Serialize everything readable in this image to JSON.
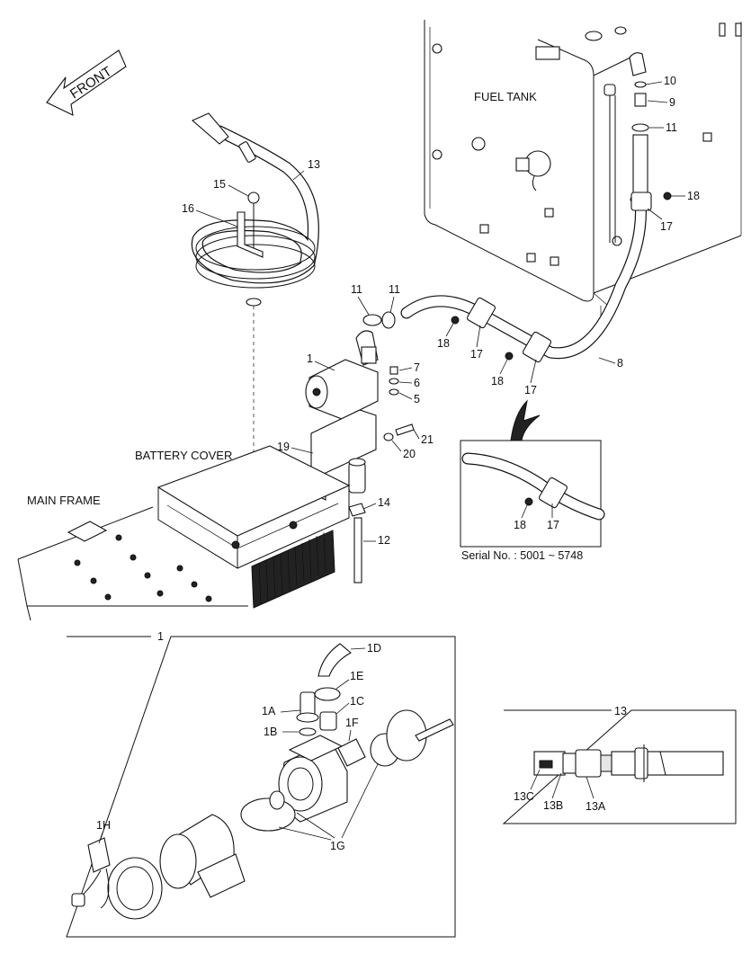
{
  "labels": {
    "front": "FRONT",
    "fuel_tank": "FUEL TANK",
    "battery_cover": "BATTERY COVER",
    "main_frame": "MAIN FRAME",
    "serial_note": "Serial No. : 5001 ~ 5748"
  },
  "callouts": {
    "c1": "1",
    "c5": "5",
    "c6": "6",
    "c7": "7",
    "c8": "8",
    "c9": "9",
    "c10": "10",
    "c11a": "11",
    "c11b": "11",
    "c11c": "11",
    "c12": "12",
    "c13": "13",
    "c14": "14",
    "c15": "15",
    "c16": "16",
    "c17a": "17",
    "c17b": "17",
    "c17c": "17",
    "c17d": "17",
    "c18a": "18",
    "c18b": "18",
    "c18c": "18",
    "c18d": "18",
    "c19": "19",
    "c20": "20",
    "c21": "21"
  },
  "detail_1": {
    "title": "1",
    "parts": {
      "a": "1A",
      "b": "1B",
      "c": "1C",
      "d": "1D",
      "e": "1E",
      "f": "1F",
      "g": "1G",
      "h": "1H"
    }
  },
  "detail_13": {
    "title": "13",
    "parts": {
      "a": "13A",
      "b": "13B",
      "c": "13C"
    }
  },
  "icons": {
    "front_arrow": "front-direction-arrow",
    "pump": "fuel-pump-assembly",
    "hose": "fuel-hose",
    "clamp": "hose-clamp"
  },
  "colors": {
    "line": "#111111",
    "background": "#ffffff",
    "hatch": "#222222"
  }
}
